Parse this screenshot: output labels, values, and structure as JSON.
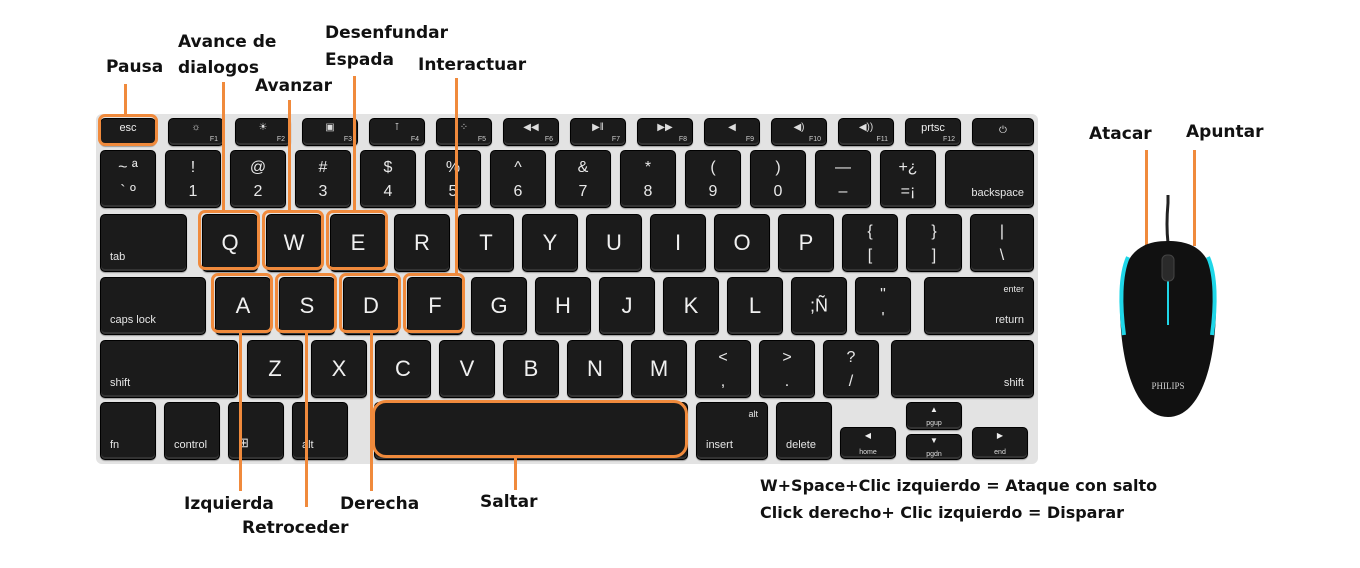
{
  "colors": {
    "highlight": "#f08a3c",
    "key": "#1b1b1b",
    "mouse_glow": "#1fd7e8"
  },
  "keys": {
    "esc": "esc",
    "f1": "F1",
    "f2": "F2",
    "f3": "F3",
    "f4": "F4",
    "f5": "F5",
    "f6": "F6",
    "f7": "F7",
    "f8": "F8",
    "f9": "F9",
    "f10": "F10",
    "f11": "F11",
    "prtsc": "prtsc",
    "f12": "F12",
    "n1_top": "!",
    "n1": "1",
    "n2_top": "@",
    "n2": "2",
    "n3_top": "#",
    "n3": "3",
    "n4_top": "$",
    "n4": "4",
    "n5_top": "%",
    "n5": "5",
    "n6_top": "^",
    "n6": "6",
    "n7_top": "&",
    "n7": "7",
    "n8_top": "*",
    "n8": "8",
    "n9_top": "(",
    "n9": "9",
    "n0_top": ")",
    "n0": "0",
    "minus_top": "—",
    "minus": "–",
    "plus_top": "+¿",
    "plus": "=¡",
    "backspace": "backspace",
    "tab": "tab",
    "q": "Q",
    "w": "W",
    "e": "E",
    "r": "R",
    "t": "T",
    "y": "Y",
    "u": "U",
    "i": "I",
    "o": "O",
    "p": "P",
    "brace_l_top": "{",
    "brace_l": "[",
    "brace_r_top": "}",
    "brace_r": "]",
    "pipe_top": "|",
    "pipe": "\\",
    "capslock": "caps lock",
    "a": "A",
    "s": "S",
    "d": "D",
    "f": "F",
    "g": "G",
    "h": "H",
    "j": "J",
    "k": "K",
    "l": "L",
    "semicolon": ";Ñ",
    "quote_top": "\"",
    "quote": "'",
    "enter": "enter",
    "return": "return",
    "shift": "shift",
    "z": "Z",
    "x": "X",
    "c": "C",
    "v": "V",
    "b": "B",
    "n": "N",
    "m": "M",
    "comma_top": "<",
    "comma": ",",
    "period_top": ">",
    "period": ".",
    "slash_top": "?",
    "slash": "/",
    "shift_r": "shift",
    "fn": "fn",
    "control": "control",
    "alt_l": "alt",
    "alt_r": "alt",
    "insert": "insert",
    "delete": "delete",
    "home": "home",
    "pgup": "pgup",
    "pgdn": "pgdn",
    "end": "end"
  },
  "mouse": {
    "brand": "PHILIPS"
  },
  "labels": {
    "pausa": "Pausa",
    "avance_1": "Avance de",
    "avance_2": "dialogos",
    "avanzar": "Avanzar",
    "desenfundar_1": "Desenfundar",
    "desenfundar_2": "Espada",
    "interactuar": "Interactuar",
    "izquierda": "Izquierda",
    "retroceder": "Retroceder",
    "derecha": "Derecha",
    "saltar": "Saltar",
    "atacar": "Atacar",
    "apuntar": "Apuntar"
  },
  "notes": {
    "combo1": "W+Space+Clic izquierdo = Ataque con salto",
    "combo2": "Click derecho+ Clic izquierdo = Disparar"
  }
}
